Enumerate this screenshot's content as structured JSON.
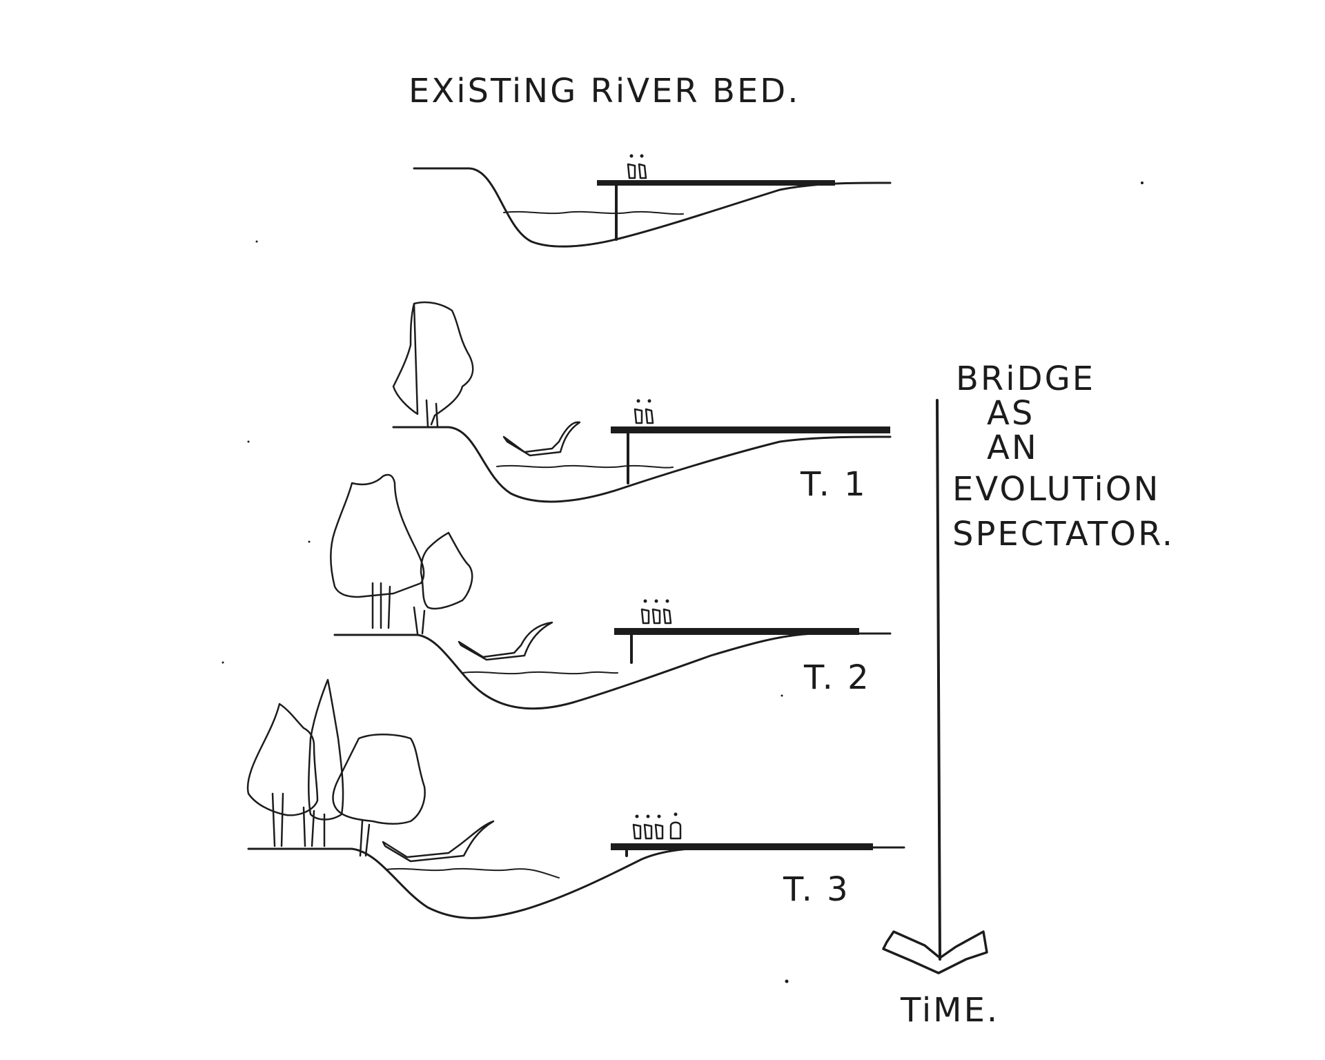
{
  "title": "EXiSTiNG RiVER BED.",
  "stages": [
    {
      "label": ""
    },
    {
      "label": "T. 1"
    },
    {
      "label": "T. 2"
    },
    {
      "label": "T. 3"
    }
  ],
  "side_note": {
    "lines": [
      "BRiDGE",
      "AS",
      "AN",
      "EVOLUTiON",
      "SPECTATOR."
    ]
  },
  "time_label": "TiME."
}
